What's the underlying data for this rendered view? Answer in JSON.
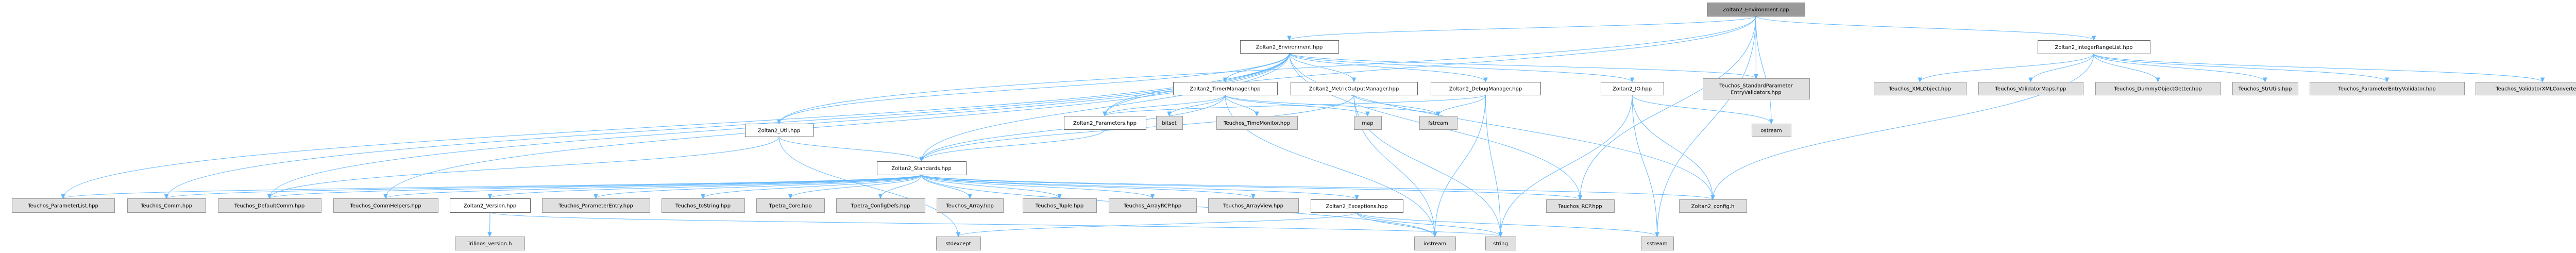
{
  "graph": {
    "title": "Zoltan2_Environment.cpp",
    "colors": {
      "edge": "#63b8ff",
      "root_fill": "#999999",
      "local_fill": "#ffffff",
      "system_fill": "#e0e0e0"
    },
    "nodes": [
      {
        "id": "env_cpp",
        "label": "Zoltan2_Environment.cpp",
        "kind": "root"
      },
      {
        "id": "env_hpp",
        "label": "Zoltan2_Environment.hpp",
        "kind": "local"
      },
      {
        "id": "irl_hpp",
        "label": "Zoltan2_IntegerRangeList.hpp",
        "kind": "local"
      },
      {
        "id": "timer_hpp",
        "label": "Zoltan2_TimerManager.hpp",
        "kind": "local"
      },
      {
        "id": "metric_hpp",
        "label": "Zoltan2_MetricOutputManager.hpp",
        "kind": "local"
      },
      {
        "id": "debug_hpp",
        "label": "Zoltan2_DebugManager.hpp",
        "kind": "local"
      },
      {
        "id": "io_hpp",
        "label": "Zoltan2_IO.hpp",
        "kind": "local"
      },
      {
        "id": "util_hpp",
        "label": "Zoltan2_Util.hpp",
        "kind": "local"
      },
      {
        "id": "params_hpp",
        "label": "Zoltan2_Parameters.hpp",
        "kind": "local"
      },
      {
        "id": "standards_hpp",
        "label": "Zoltan2_Standards.hpp",
        "kind": "local"
      },
      {
        "id": "version_hpp",
        "label": "Zoltan2_Version.hpp",
        "kind": "local"
      },
      {
        "id": "exceptions_hpp",
        "label": "Zoltan2_Exceptions.hpp",
        "kind": "local"
      },
      {
        "id": "t_spev",
        "label": [
          "Teuchos_StandardParameter",
          "EntryValidators.hpp"
        ],
        "kind": "system"
      },
      {
        "id": "t_xmlobj",
        "label": "Teuchos_XMLObject.hpp",
        "kind": "system"
      },
      {
        "id": "t_valmaps",
        "label": "Teuchos_ValidatorMaps.hpp",
        "kind": "system"
      },
      {
        "id": "t_dummy",
        "label": "Teuchos_DummyObjectGetter.hpp",
        "kind": "system"
      },
      {
        "id": "t_strutils",
        "label": "Teuchos_StrUtils.hpp",
        "kind": "system"
      },
      {
        "id": "t_pev",
        "label": "Teuchos_ParameterEntryValidator.hpp",
        "kind": "system"
      },
      {
        "id": "t_vxml",
        "label": "Teuchos_ValidatorXMLConverter.hpp",
        "kind": "system"
      },
      {
        "id": "bitset",
        "label": "bitset",
        "kind": "system"
      },
      {
        "id": "t_timemon",
        "label": "Teuchos_TimeMonitor.hpp",
        "kind": "system"
      },
      {
        "id": "map",
        "label": "map",
        "kind": "system"
      },
      {
        "id": "fstream",
        "label": "fstream",
        "kind": "system"
      },
      {
        "id": "ostream",
        "label": "ostream",
        "kind": "system"
      },
      {
        "id": "t_plist",
        "label": "Teuchos_ParameterList.hpp",
        "kind": "system"
      },
      {
        "id": "t_comm",
        "label": "Teuchos_Comm.hpp",
        "kind": "system"
      },
      {
        "id": "t_defcomm",
        "label": "Teuchos_DefaultComm.hpp",
        "kind": "system"
      },
      {
        "id": "t_commhelp",
        "label": "Teuchos_CommHelpers.hpp",
        "kind": "system"
      },
      {
        "id": "t_pentry",
        "label": "Teuchos_ParameterEntry.hpp",
        "kind": "system"
      },
      {
        "id": "t_tostring",
        "label": "Teuchos_toString.hpp",
        "kind": "system"
      },
      {
        "id": "tp_core",
        "label": "Tpetra_Core.hpp",
        "kind": "system"
      },
      {
        "id": "tp_config",
        "label": "Tpetra_ConfigDefs.hpp",
        "kind": "system"
      },
      {
        "id": "t_array",
        "label": "Teuchos_Array.hpp",
        "kind": "system"
      },
      {
        "id": "t_tuple",
        "label": "Teuchos_Tuple.hpp",
        "kind": "system"
      },
      {
        "id": "t_arcp",
        "label": "Teuchos_ArrayRCP.hpp",
        "kind": "system"
      },
      {
        "id": "t_aview",
        "label": "Teuchos_ArrayView.hpp",
        "kind": "system"
      },
      {
        "id": "t_rcp",
        "label": "Teuchos_RCP.hpp",
        "kind": "system"
      },
      {
        "id": "config_h",
        "label": "Zoltan2_config.h",
        "kind": "system"
      },
      {
        "id": "trilinos_ver",
        "label": "Trilinos_version.h",
        "kind": "system"
      },
      {
        "id": "stdexcept",
        "label": "stdexcept",
        "kind": "system"
      },
      {
        "id": "iostream",
        "label": "iostream",
        "kind": "system"
      },
      {
        "id": "string",
        "label": "string",
        "kind": "system"
      },
      {
        "id": "sstream",
        "label": "sstream",
        "kind": "system"
      }
    ],
    "edges": [
      [
        "env_cpp",
        "env_hpp"
      ],
      [
        "env_cpp",
        "irl_hpp"
      ],
      [
        "env_cpp",
        "util_hpp"
      ],
      [
        "env_cpp",
        "t_rcp"
      ],
      [
        "env_cpp",
        "t_spev"
      ],
      [
        "env_cpp",
        "ostream"
      ],
      [
        "env_cpp",
        "sstream"
      ],
      [
        "env_cpp",
        "params_hpp"
      ],
      [
        "env_hpp",
        "config_h"
      ],
      [
        "env_hpp",
        "util_hpp"
      ],
      [
        "env_hpp",
        "io_hpp"
      ],
      [
        "env_hpp",
        "params_hpp"
      ],
      [
        "env_hpp",
        "timer_hpp"
      ],
      [
        "env_hpp",
        "metric_hpp"
      ],
      [
        "env_hpp",
        "debug_hpp"
      ],
      [
        "env_hpp",
        "t_rcp"
      ],
      [
        "env_hpp",
        "t_plist"
      ],
      [
        "env_hpp",
        "t_comm"
      ],
      [
        "env_hpp",
        "t_defcomm"
      ],
      [
        "env_hpp",
        "t_commhelp"
      ],
      [
        "env_hpp",
        "t_spev"
      ],
      [
        "env_hpp",
        "standards_hpp"
      ],
      [
        "irl_hpp",
        "config_h"
      ],
      [
        "irl_hpp",
        "t_xmlobj"
      ],
      [
        "irl_hpp",
        "t_valmaps"
      ],
      [
        "irl_hpp",
        "t_dummy"
      ],
      [
        "irl_hpp",
        "t_strutils"
      ],
      [
        "irl_hpp",
        "t_pev"
      ],
      [
        "irl_hpp",
        "t_vxml"
      ],
      [
        "timer_hpp",
        "standards_hpp"
      ],
      [
        "timer_hpp",
        "params_hpp"
      ],
      [
        "timer_hpp",
        "bitset"
      ],
      [
        "timer_hpp",
        "t_timemon"
      ],
      [
        "timer_hpp",
        "map"
      ],
      [
        "timer_hpp",
        "fstream"
      ],
      [
        "timer_hpp",
        "iostream"
      ],
      [
        "metric_hpp",
        "standards_hpp"
      ],
      [
        "metric_hpp",
        "fstream"
      ],
      [
        "metric_hpp",
        "string"
      ],
      [
        "metric_hpp",
        "iostream"
      ],
      [
        "debug_hpp",
        "params_hpp"
      ],
      [
        "debug_hpp",
        "fstream"
      ],
      [
        "debug_hpp",
        "string"
      ],
      [
        "debug_hpp",
        "iostream"
      ],
      [
        "io_hpp",
        "ostream"
      ],
      [
        "io_hpp",
        "string"
      ],
      [
        "io_hpp",
        "sstream"
      ],
      [
        "io_hpp",
        "config_h"
      ],
      [
        "util_hpp",
        "standards_hpp"
      ],
      [
        "util_hpp",
        "t_defcomm"
      ],
      [
        "util_hpp",
        "stdexcept"
      ],
      [
        "params_hpp",
        "standards_hpp"
      ],
      [
        "standards_hpp",
        "t_plist"
      ],
      [
        "standards_hpp",
        "t_comm"
      ],
      [
        "standards_hpp",
        "t_defcomm"
      ],
      [
        "standards_hpp",
        "t_commhelp"
      ],
      [
        "standards_hpp",
        "version_hpp"
      ],
      [
        "standards_hpp",
        "t_pentry"
      ],
      [
        "standards_hpp",
        "t_tostring"
      ],
      [
        "standards_hpp",
        "tp_core"
      ],
      [
        "standards_hpp",
        "tp_config"
      ],
      [
        "standards_hpp",
        "t_array"
      ],
      [
        "standards_hpp",
        "t_tuple"
      ],
      [
        "standards_hpp",
        "t_arcp"
      ],
      [
        "standards_hpp",
        "t_aview"
      ],
      [
        "standards_hpp",
        "exceptions_hpp"
      ],
      [
        "standards_hpp",
        "t_rcp"
      ],
      [
        "standards_hpp",
        "config_h"
      ],
      [
        "standards_hpp",
        "iostream"
      ],
      [
        "version_hpp",
        "trilinos_ver"
      ],
      [
        "version_hpp",
        "string"
      ],
      [
        "exceptions_hpp",
        "stdexcept"
      ],
      [
        "exceptions_hpp",
        "iostream"
      ],
      [
        "exceptions_hpp",
        "string"
      ],
      [
        "exceptions_hpp",
        "sstream"
      ]
    ]
  }
}
